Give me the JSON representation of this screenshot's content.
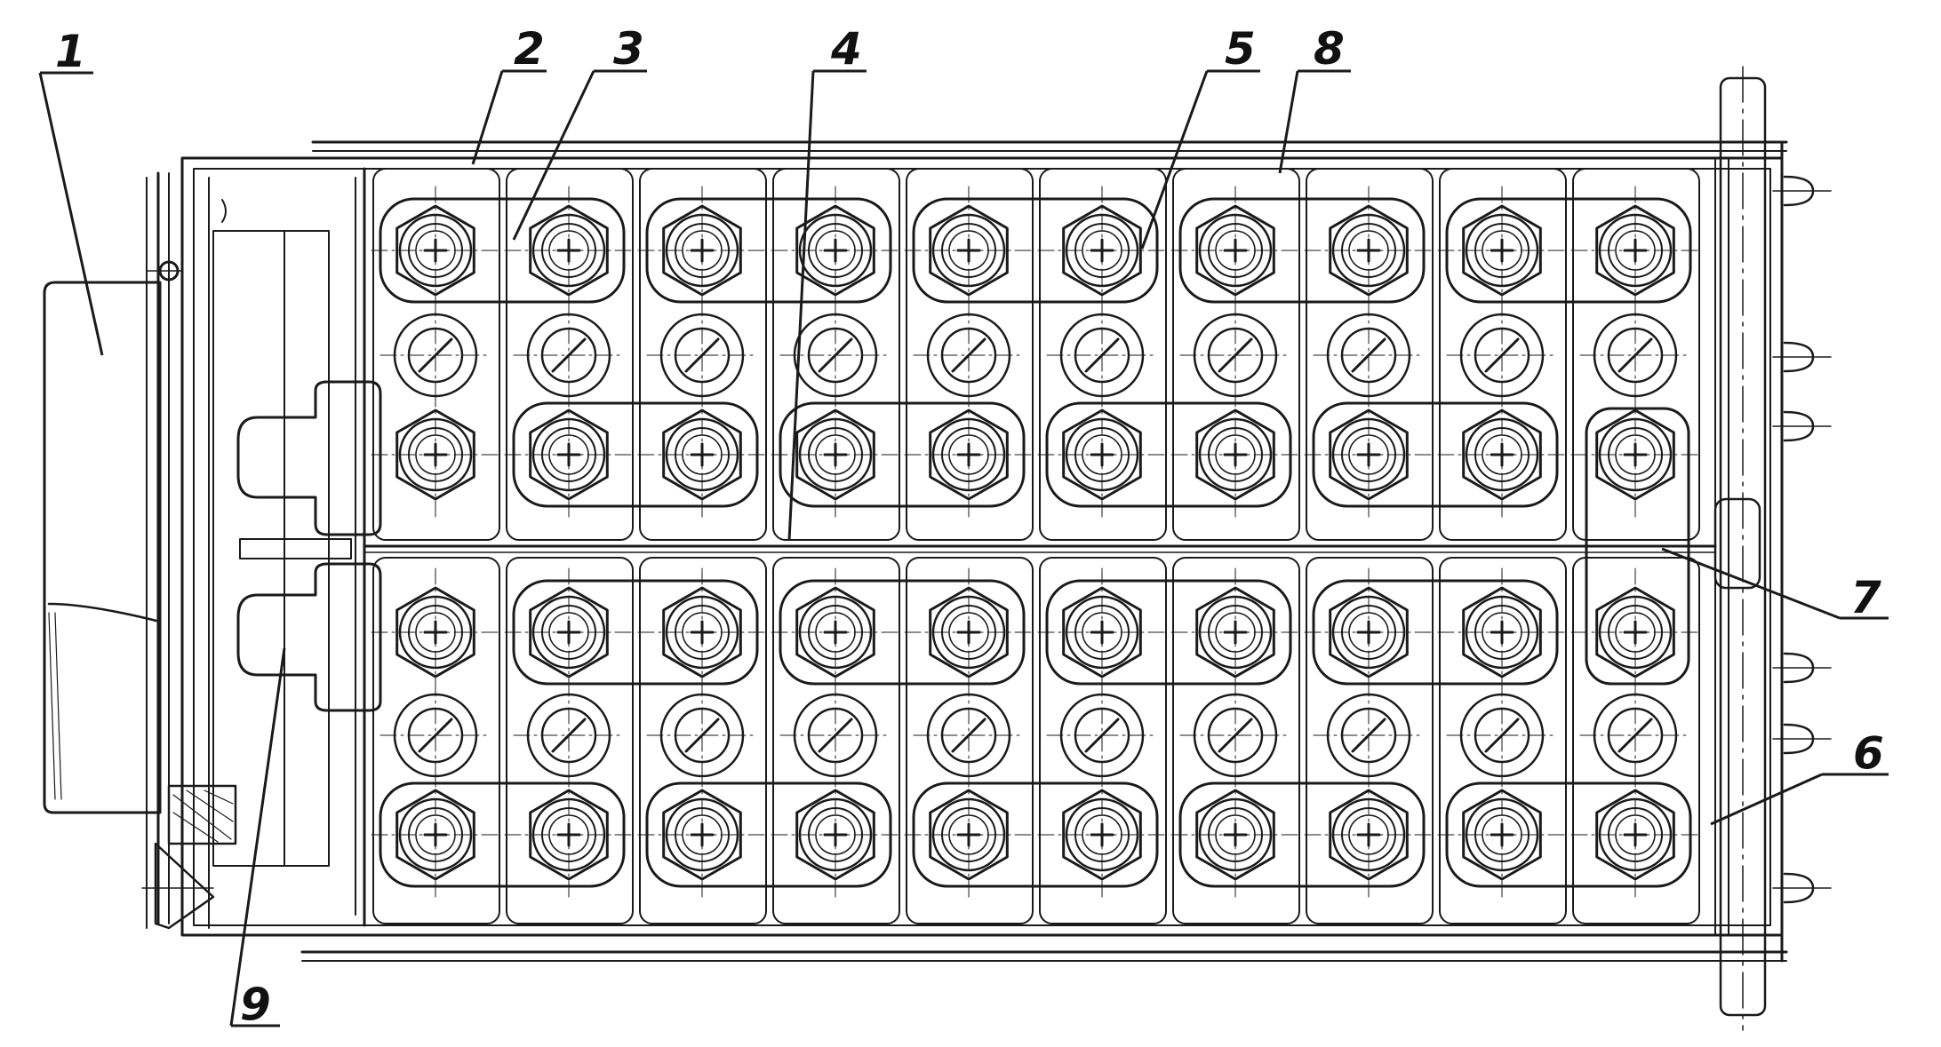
{
  "diagram": {
    "callouts": [
      {
        "id": "c1",
        "label": "1"
      },
      {
        "id": "c2",
        "label": "2"
      },
      {
        "id": "c3",
        "label": "3"
      },
      {
        "id": "c4",
        "label": "4"
      },
      {
        "id": "c5",
        "label": "5"
      },
      {
        "id": "c8",
        "label": "8"
      },
      {
        "id": "c7",
        "label": "7"
      },
      {
        "id": "c6",
        "label": "6"
      },
      {
        "id": "c9",
        "label": "9"
      }
    ],
    "colors": {
      "ink": "#1a1a1a",
      "paper": "#ffffff"
    }
  }
}
